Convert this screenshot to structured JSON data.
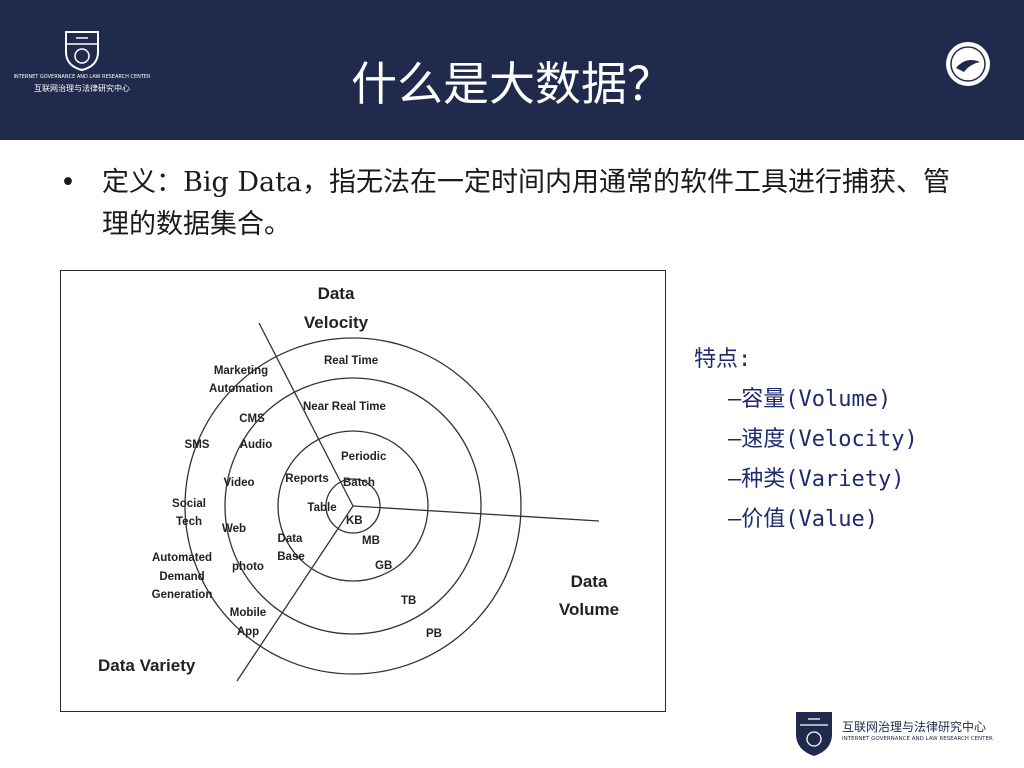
{
  "header": {
    "title": "什么是大数据？",
    "logo_left_en": "INTERNET GOVERNANCE AND LAW RESEARCH CENTER",
    "logo_left_cn": "互联网治理与法律研究中心"
  },
  "definition": {
    "bullet": "•",
    "text": "定义：Big Data，指无法在一定时间内用通常的软件工具进行捕获、管理的数据集合。"
  },
  "diagram": {
    "title_velocity_1": "Data",
    "title_velocity_2": "Velocity",
    "title_volume_1": "Data",
    "title_volume_2": "Volume",
    "title_variety": "Data Variety",
    "velocity_labels": [
      "Real Time",
      "Near Real Time",
      "Periodic",
      "Batch"
    ],
    "volume_labels": [
      "KB",
      "MB",
      "GB",
      "TB",
      "PB"
    ],
    "variety_labels": [
      "Marketing",
      "Automation",
      "CMS",
      "Audio",
      "SMS",
      "Video",
      "Social",
      "Tech",
      "Web",
      "Reports",
      "Table",
      "Data",
      "Base",
      "photo",
      "Automated",
      "Demand",
      "Generation",
      "Mobile",
      "App"
    ]
  },
  "features": {
    "heading": "特点:",
    "items": [
      "—容量(Volume)",
      "—速度(Velocity)",
      "—种类(Variety)",
      "—价值(Value)"
    ]
  },
  "footer": {
    "cn": "互联网治理与法律研究中心",
    "en": "INTERNET GOVERNANCE AND LAW RESEARCH CENTER"
  },
  "colors": {
    "header_bg": "#1f2a4d",
    "feature_text": "#1f2a6e"
  }
}
